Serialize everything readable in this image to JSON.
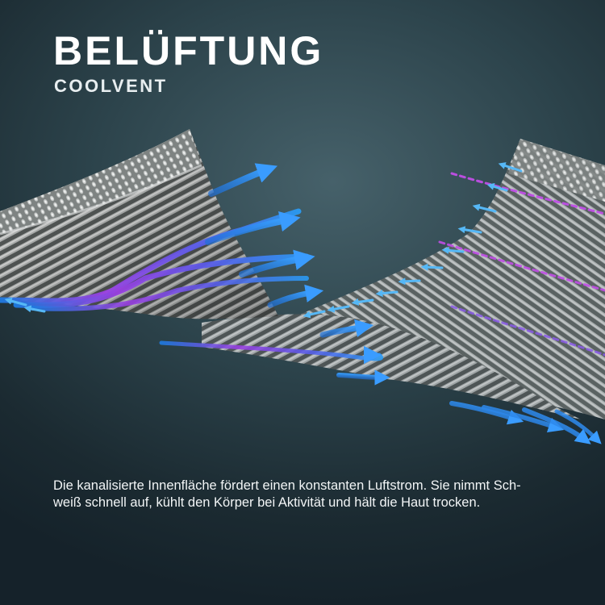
{
  "header": {
    "title": "BELÜFTUNG",
    "subtitle": "COOLVENT"
  },
  "description": {
    "line1": "Die kanalisierte Innenfläche fördert einen konstanten Luftstrom. Sie nimmt Sch-",
    "line2": "weiß schnell auf, kühlt den Körper bei Aktivität und hält die Haut trocken."
  },
  "colors": {
    "background": "#2c434b",
    "arrow_blue": "#2a8ef0",
    "arrow_cyan": "#5fc8f5",
    "airflow_purple": "#b04be0",
    "fabric": "#9a9d9c"
  }
}
